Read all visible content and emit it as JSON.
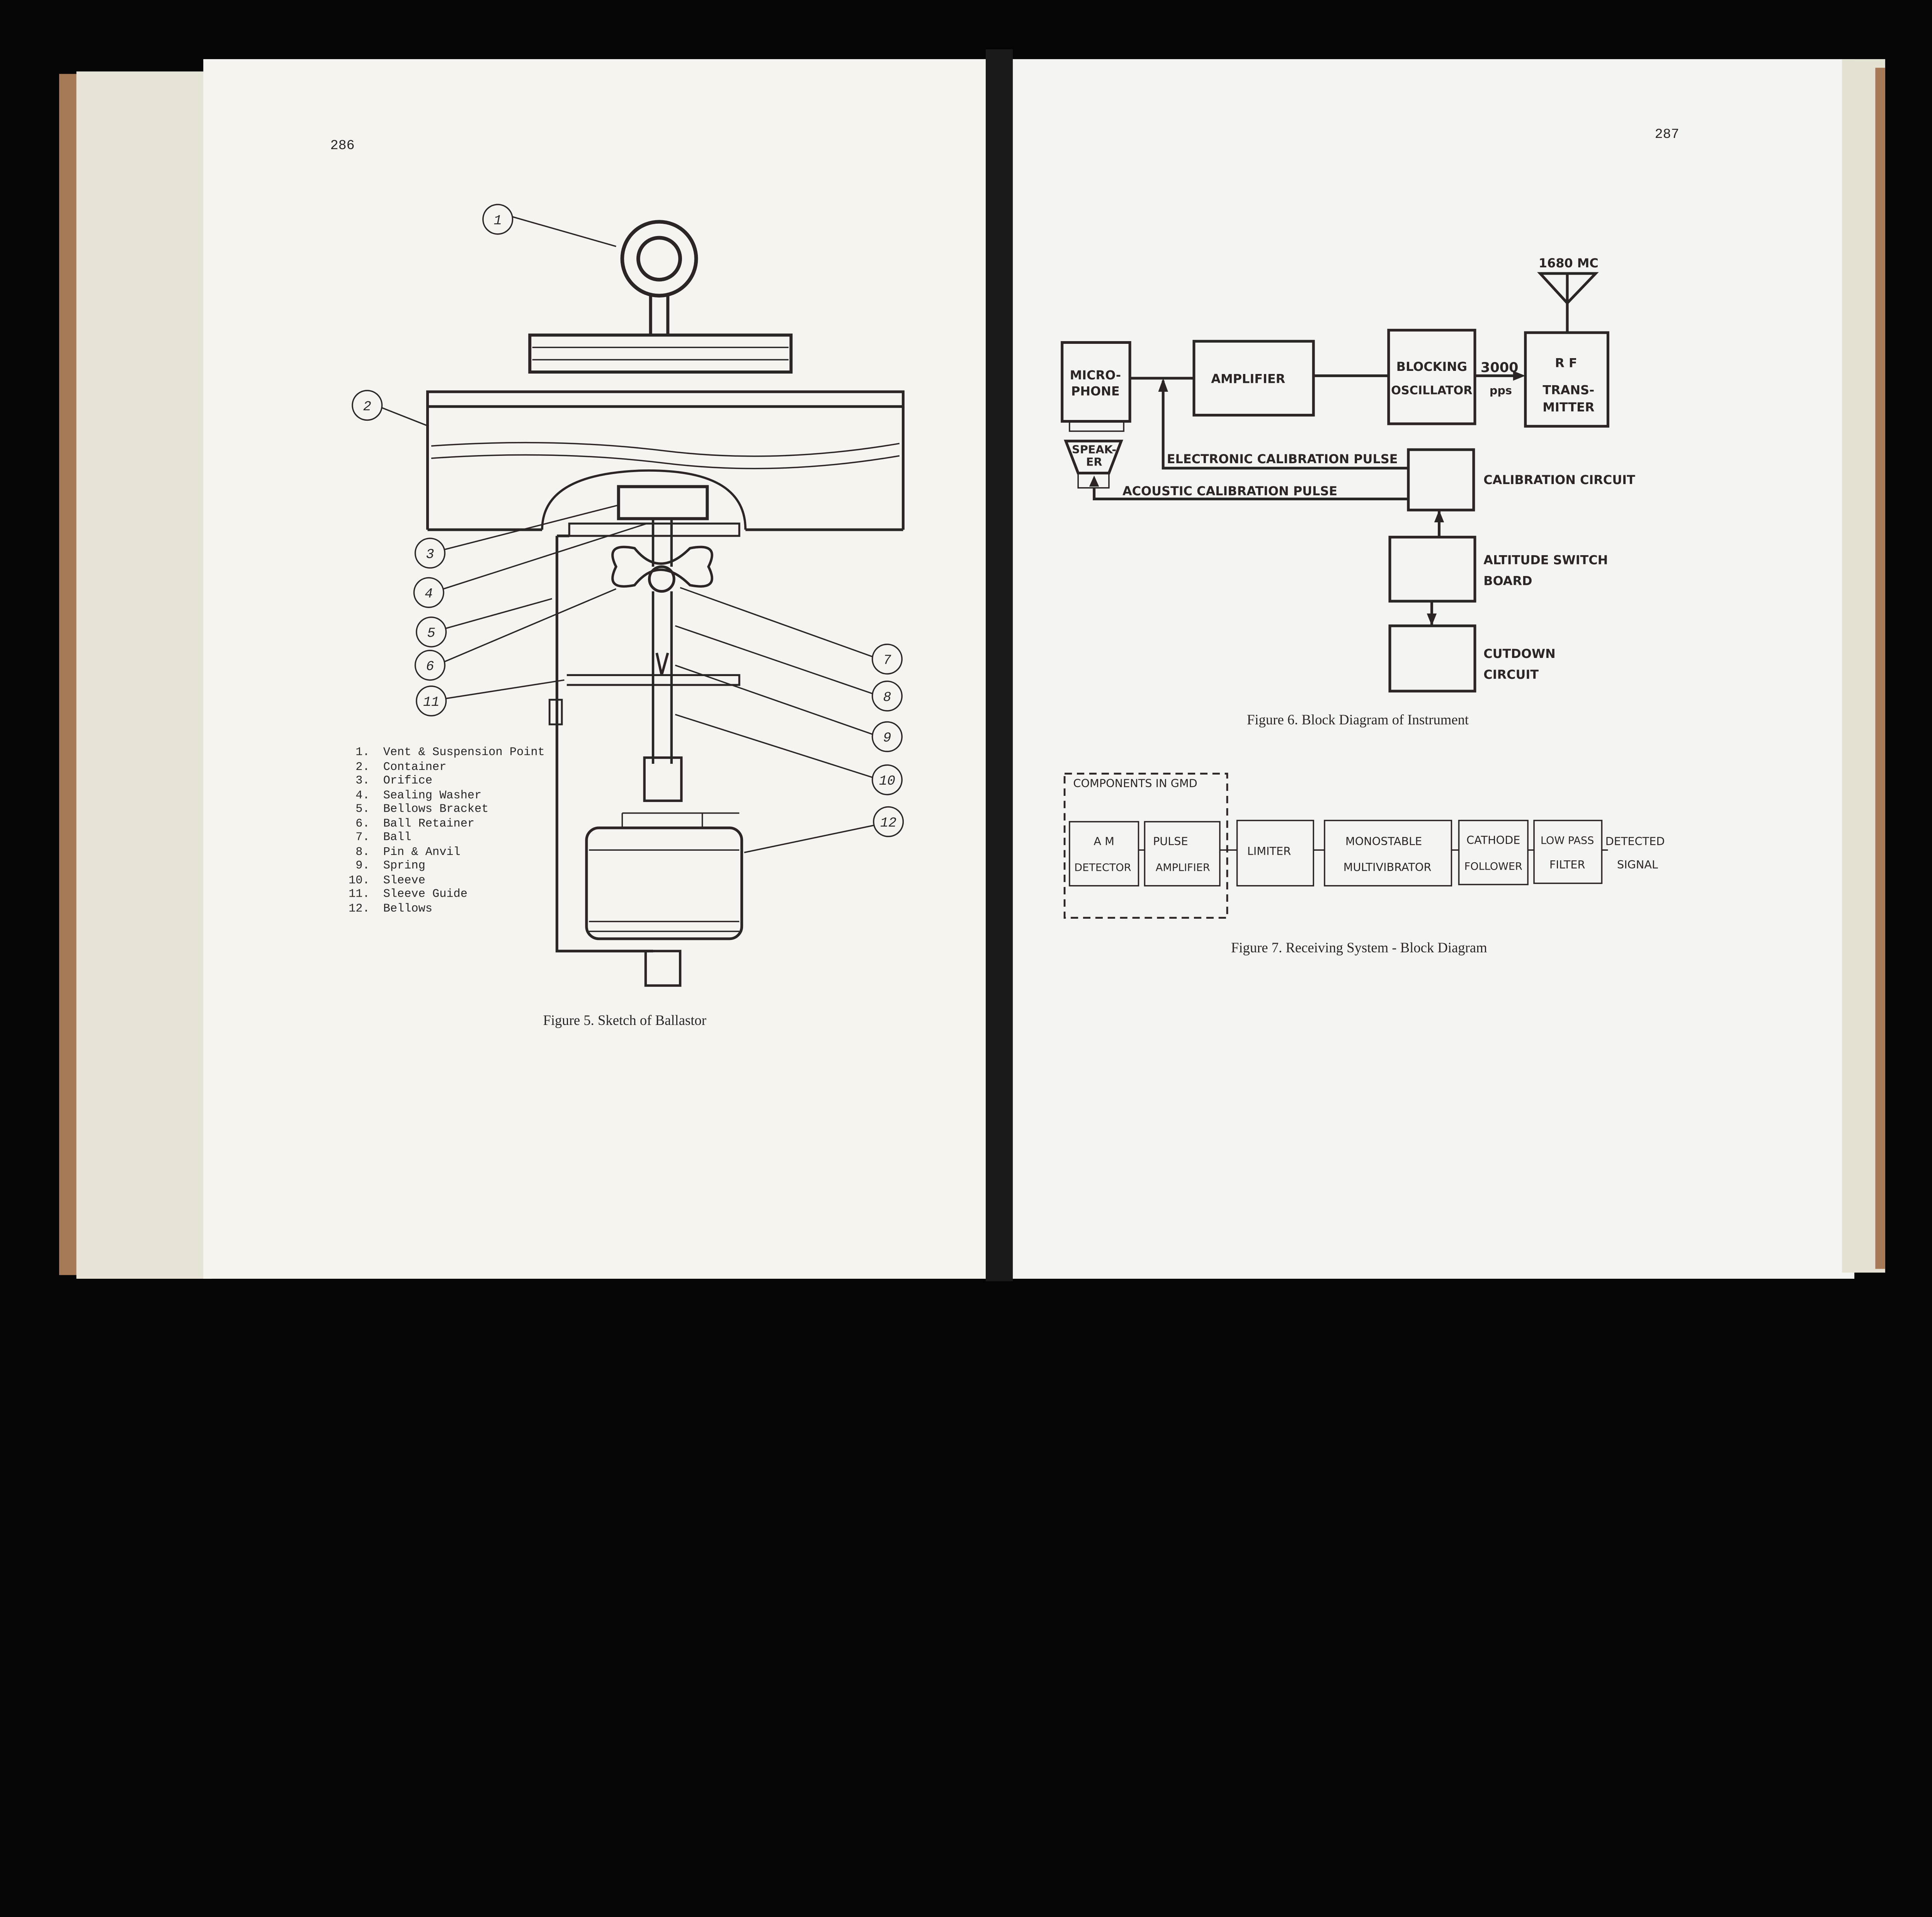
{
  "left_page": {
    "page_number": "286",
    "figure5": {
      "caption": "Figure 5.   Sketch of Ballastor",
      "callouts": [
        "1",
        "2",
        "3",
        "4",
        "5",
        "6",
        "7",
        "8",
        "9",
        "10",
        "11",
        "12"
      ],
      "legend": [
        {
          "num": "1.",
          "label": "Vent & Suspension Point"
        },
        {
          "num": "2.",
          "label": "Container"
        },
        {
          "num": "3.",
          "label": "Orifice"
        },
        {
          "num": "4.",
          "label": "Sealing Washer"
        },
        {
          "num": "5.",
          "label": "Bellows Bracket"
        },
        {
          "num": "6.",
          "label": "Ball Retainer"
        },
        {
          "num": "7.",
          "label": "Ball"
        },
        {
          "num": "8.",
          "label": "Pin & Anvil"
        },
        {
          "num": "9.",
          "label": "Spring"
        },
        {
          "num": "10.",
          "label": "Sleeve"
        },
        {
          "num": "11.",
          "label": "Sleeve Guide"
        },
        {
          "num": "12.",
          "label": "Bellows"
        }
      ]
    }
  },
  "right_page": {
    "page_number": "287",
    "figure6": {
      "caption": "Figure 6.   Block Diagram of Instrument",
      "antenna_label": "1680 MC",
      "microphone": [
        "MICRO-",
        "PHONE"
      ],
      "speaker": [
        "SPEAK-",
        "ER"
      ],
      "amplifier": "AMPLIFIER",
      "blocking_oscillator": [
        "BLOCKING",
        "OSCILLATOR"
      ],
      "rate": [
        "3000",
        "pps"
      ],
      "rf_transmitter": [
        "R F",
        "TRANS-",
        "MITTER"
      ],
      "electronic_pulse": "ELECTRONIC  CALIBRATION  PULSE",
      "acoustic_pulse": "ACOUSTIC  CALIBRATION  PULSE",
      "calibration_circuit": "CALIBRATION  CIRCUIT",
      "altitude_switch": [
        "ALTITUDE  SWITCH",
        "BOARD"
      ],
      "cutdown": [
        "CUTDOWN",
        "CIRCUIT"
      ]
    },
    "figure7": {
      "caption": "Figure 7.   Receiving System - Block Diagram",
      "group_label": "COMPONENTS   IN  GMD",
      "blocks": [
        [
          "A M",
          "DETECTOR"
        ],
        [
          "PULSE",
          "AMPLIFIER"
        ],
        [
          "LIMITER"
        ],
        [
          "MONOSTABLE",
          "MULTIVIBRATOR"
        ],
        [
          "CATHODE",
          "FOLLOWER"
        ],
        [
          "LOW PASS",
          "FILTER"
        ]
      ],
      "output": [
        "DETECTED",
        "SIGNAL"
      ]
    }
  }
}
